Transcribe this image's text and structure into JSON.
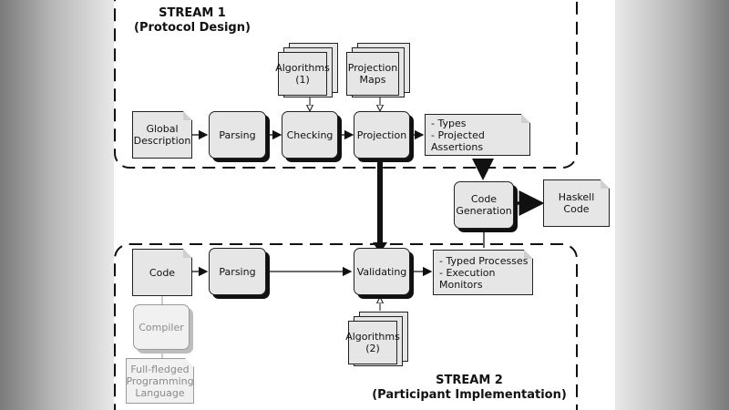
{
  "stream1": {
    "title": "STREAM 1",
    "subtitle": "(Protocol Design)"
  },
  "stream2": {
    "title": "STREAM 2",
    "subtitle": "(Participant Implementation)"
  },
  "nodes": {
    "global_description": [
      "Global",
      "Description"
    ],
    "parsing1": "Parsing",
    "checking": "Checking",
    "projection": "Projection",
    "algorithms1": [
      "Algorithms",
      "(1)"
    ],
    "projection_maps": [
      "Projection",
      "Maps"
    ],
    "types_assertions": [
      "- Types",
      "- Projected Assertions"
    ],
    "code_generation": [
      "Code",
      "Generation"
    ],
    "haskell_code": "Haskell Code",
    "code": "Code",
    "parsing2": "Parsing",
    "validating": "Validating",
    "typed_processes": [
      "- Typed Processes",
      "- Execution Monitors"
    ],
    "algorithms2": [
      "Algorithms",
      "(2)"
    ],
    "compiler": "Compiler",
    "full_fledged": [
      "Full-fledged",
      "Programming",
      "Language"
    ]
  },
  "colors": {
    "box_fill": "#e6e6e6",
    "shadow": "#111111",
    "faded": "#8a8a8a",
    "background": "#ffffff"
  }
}
